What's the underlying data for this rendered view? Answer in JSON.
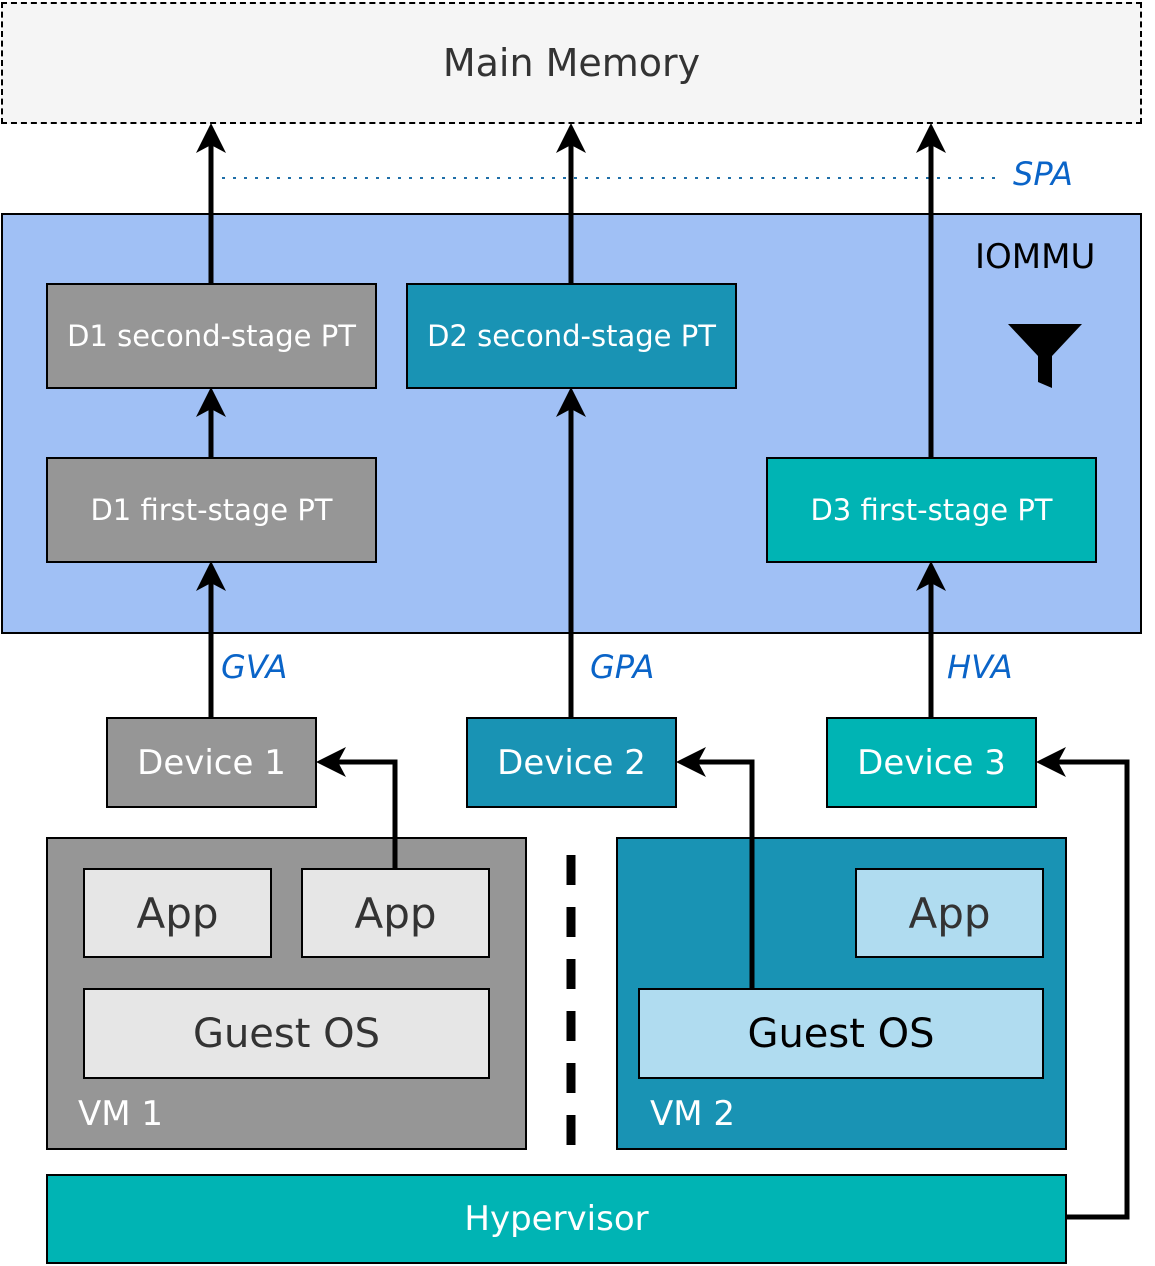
{
  "colors": {
    "memory_fill": "#f5f5f5",
    "iommu_fill": "#a0c0f5",
    "gray_fill": "#969696",
    "light_gray_fill": "#e6e6e6",
    "blue_fill": "#1993b4",
    "light_blue_fill": "#b0dcf0",
    "teal_fill": "#00b4b4",
    "address_label": "#0a64c8"
  },
  "icons": {
    "iommu": "funnel-filter-icon"
  },
  "main_memory": {
    "label": "Main Memory"
  },
  "iommu": {
    "label": "IOMMU"
  },
  "page_tables": {
    "d1_second": "D1 second-stage PT",
    "d2_second": "D2 second-stage PT",
    "d1_first": "D1 first-stage PT",
    "d3_first": "D3 first-stage PT"
  },
  "address_labels": {
    "spa": "SPA",
    "gva": "GVA",
    "gpa": "GPA",
    "hva": "HVA"
  },
  "devices": {
    "d1": "Device 1",
    "d2": "Device 2",
    "d3": "Device 3"
  },
  "vm1": {
    "label": "VM 1",
    "app1": "App",
    "app2": "App",
    "guest_os": "Guest OS"
  },
  "vm2": {
    "label": "VM 2",
    "app": "App",
    "guest_os": "Guest OS"
  },
  "hypervisor": {
    "label": "Hypervisor"
  }
}
